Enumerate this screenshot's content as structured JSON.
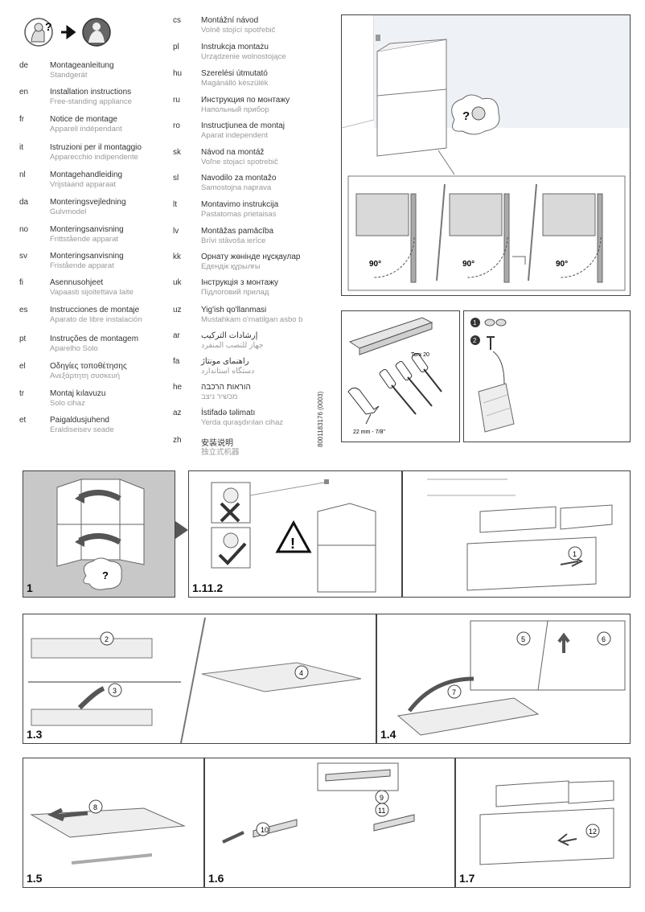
{
  "languages_left": [
    {
      "code": "de",
      "title": "Montageanleitung",
      "subtitle": "Standgerät"
    },
    {
      "code": "en",
      "title": "Installation instructions",
      "subtitle": "Free-standing appliance"
    },
    {
      "code": "fr",
      "title": "Notice de montage",
      "subtitle": "Appareil indépendant"
    },
    {
      "code": "it",
      "title": "Istruzioni per il montaggio",
      "subtitle": "Apparecchio indipendente"
    },
    {
      "code": "nl",
      "title": "Montagehandleiding",
      "subtitle": "Vrijstaand apparaat"
    },
    {
      "code": "da",
      "title": "Monteringsvejledning",
      "subtitle": "Gulvmodel"
    },
    {
      "code": "no",
      "title": "Monteringsanvisning",
      "subtitle": "Frittstående apparat"
    },
    {
      "code": "sv",
      "title": "Monteringsanvisning",
      "subtitle": "Fristående apparat"
    },
    {
      "code": "fi",
      "title": "Asennusohjeet",
      "subtitle": "Vapaasti sijoitettava laite"
    },
    {
      "code": "es",
      "title": "Instrucciones de montaje",
      "subtitle": "Aparato de libre instalación"
    },
    {
      "code": "pt",
      "title": "Instruções de montagem",
      "subtitle": "Aparelho Solo"
    },
    {
      "code": "el",
      "title": "Οδηγίες τοποθέτησης",
      "subtitle": "Ανεξάρτητη συσκευή"
    },
    {
      "code": "tr",
      "title": "Montaj kılavuzu",
      "subtitle": "Solo cihaz"
    },
    {
      "code": "et",
      "title": "Paigaldusjuhend",
      "subtitle": "Eraldiseisev seade"
    }
  ],
  "languages_right": [
    {
      "code": "cs",
      "title": "Montážní návod",
      "subtitle": "Volně stojící spotřebič"
    },
    {
      "code": "pl",
      "title": "Instrukcja montażu",
      "subtitle": "Urządzenie wolnostojące"
    },
    {
      "code": "hu",
      "title": "Szerelési útmutató",
      "subtitle": "Magánálló készülék"
    },
    {
      "code": "ru",
      "title": "Инструкция по монтажу",
      "subtitle": "Напольный прибор"
    },
    {
      "code": "ro",
      "title": "Instrucţiunea de montaj",
      "subtitle": "Aparat independent"
    },
    {
      "code": "sk",
      "title": "Návod na montáž",
      "subtitle": "Voľne stojací spotrebič"
    },
    {
      "code": "sl",
      "title": "Navodilo za montažo",
      "subtitle": "Samostojna naprava"
    },
    {
      "code": "lt",
      "title": "Montavimo instrukcija",
      "subtitle": "Pastatomas prietaisas"
    },
    {
      "code": "lv",
      "title": "Montāžas pamācība",
      "subtitle": "Brīvi stāvoša ierīce"
    },
    {
      "code": "kk",
      "title": "Орнату жөнінде нұсқаулар",
      "subtitle": "Едендік құрылғы"
    },
    {
      "code": "uk",
      "title": "Інструкція з монтажу",
      "subtitle": "Підлоговий прилад"
    },
    {
      "code": "uz",
      "title": "Yig'ish qo'llanmasi",
      "subtitle": "Mustahkam o'rnatilgan asbo b"
    },
    {
      "code": "ar",
      "title": "إرشادات التركيب",
      "subtitle": "جهاز للنصب المنفرد"
    },
    {
      "code": "fa",
      "title": "راهنمای مونتاژ",
      "subtitle": "دستگاه استاندارد"
    },
    {
      "code": "he",
      "title": "הוראות הרכבה",
      "subtitle": "מכשיר ניצב"
    },
    {
      "code": "az",
      "title": "İstifadə təlimatı",
      "subtitle": "Yerda quraşdırılan cihaz"
    },
    {
      "code": "zh",
      "title": "安装说明",
      "subtitle": "独立式机器"
    }
  ],
  "doc_code": "8001183176 (0003)",
  "angles": [
    "90°",
    "90°",
    "90°"
  ],
  "tools": {
    "torx": "Torx 20",
    "wrench": "22 mm - 7/8\""
  },
  "parts": [
    "1",
    "2"
  ],
  "steps": {
    "s1": "1",
    "s1112": "1.11.2",
    "s13": "1.3",
    "s14": "1.4",
    "s15": "1.5",
    "s16": "1.6",
    "s17": "1.7"
  },
  "callouts": [
    "1",
    "2",
    "3",
    "4",
    "5",
    "6",
    "7",
    "8",
    "9",
    "10",
    "11",
    "12"
  ]
}
